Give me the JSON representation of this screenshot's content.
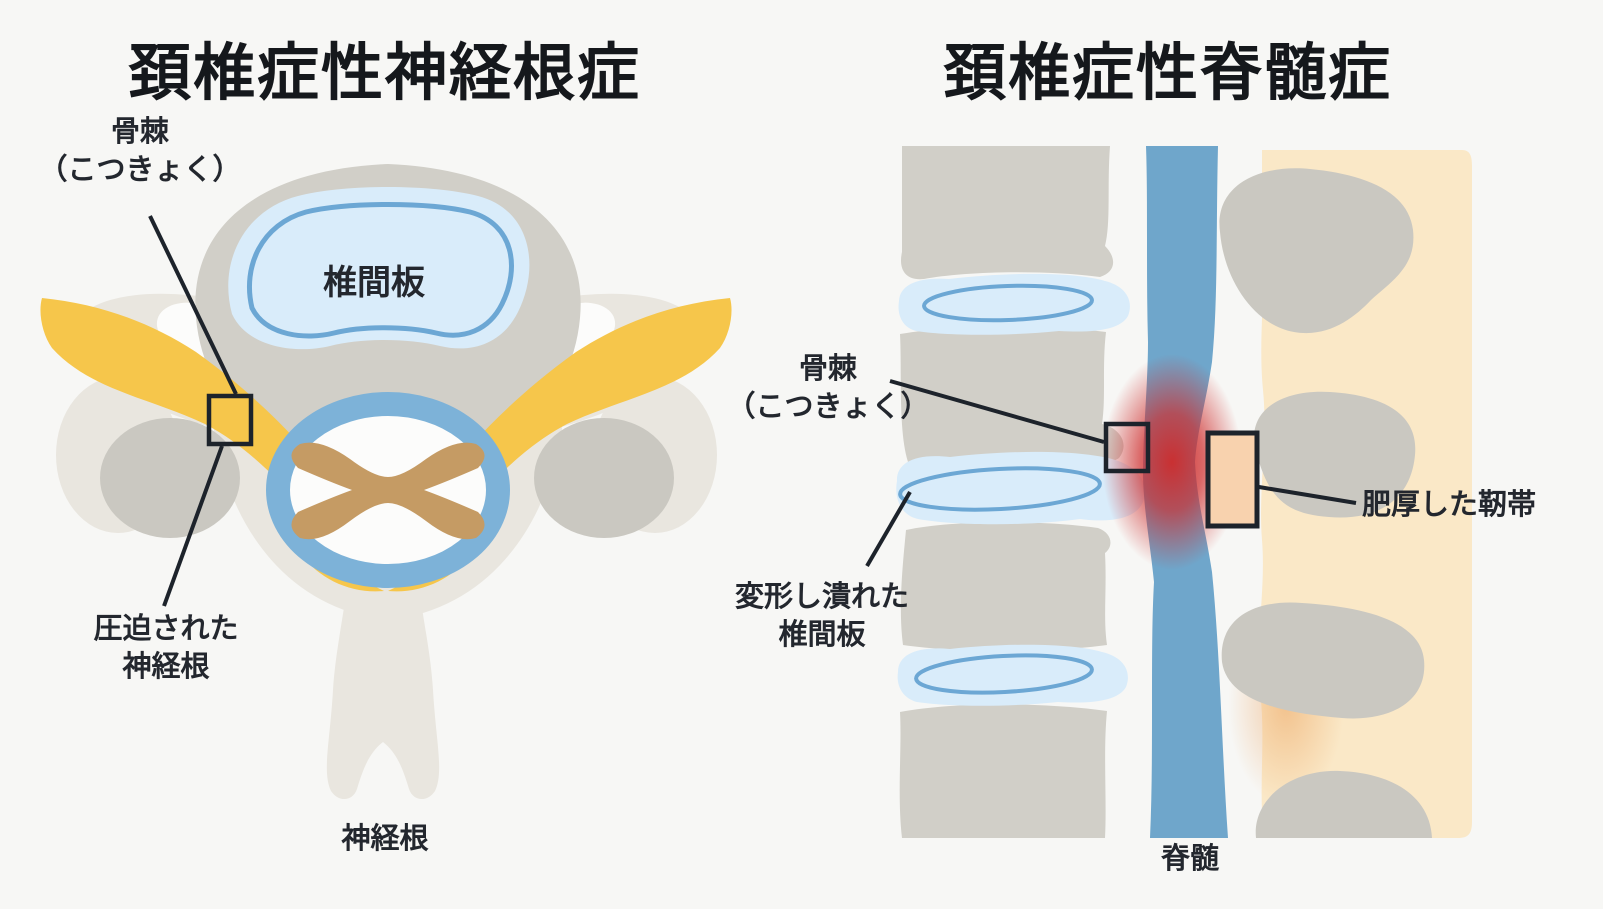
{
  "page": {
    "background": "#f7f7f5"
  },
  "left_panel": {
    "title": "頚椎症性神経根症",
    "labels": {
      "bone_spur": "骨棘\n（こつきょく）",
      "disc": "椎間板",
      "compressed_nerve_root": "圧迫された\n神経根",
      "nerve_root": "神経根"
    }
  },
  "right_panel": {
    "title": "頚椎症性脊髄症",
    "labels": {
      "bone_spur": "骨棘\n（こつきょく）",
      "deformed_disc": "変形し潰れた\n椎間板",
      "thickened_ligament": "肥厚した靭帯",
      "spinal_cord": "脊髄"
    }
  },
  "colors": {
    "title_text": "#15181c",
    "label_text": "#23272e",
    "vertebra_gray": "#d1cfc8",
    "bone_beige": "#e9e6df",
    "process_gray": "#cac8c1",
    "white": "#fcfcfb",
    "disc_fill": "#d9ecfa",
    "disc_stroke": "#6ca7d4",
    "nerve_yellow": "#f6c64b",
    "canal_ring_blue": "#7db2d8",
    "gray_matter_tan": "#c59b64",
    "cord_blue": "#6fa6cb",
    "compression_red": "#ce2a2a",
    "ligament_column_cream": "#fae8c7",
    "ligament_fill": "#f8d2ae",
    "marker_stroke": "#1d232b"
  }
}
